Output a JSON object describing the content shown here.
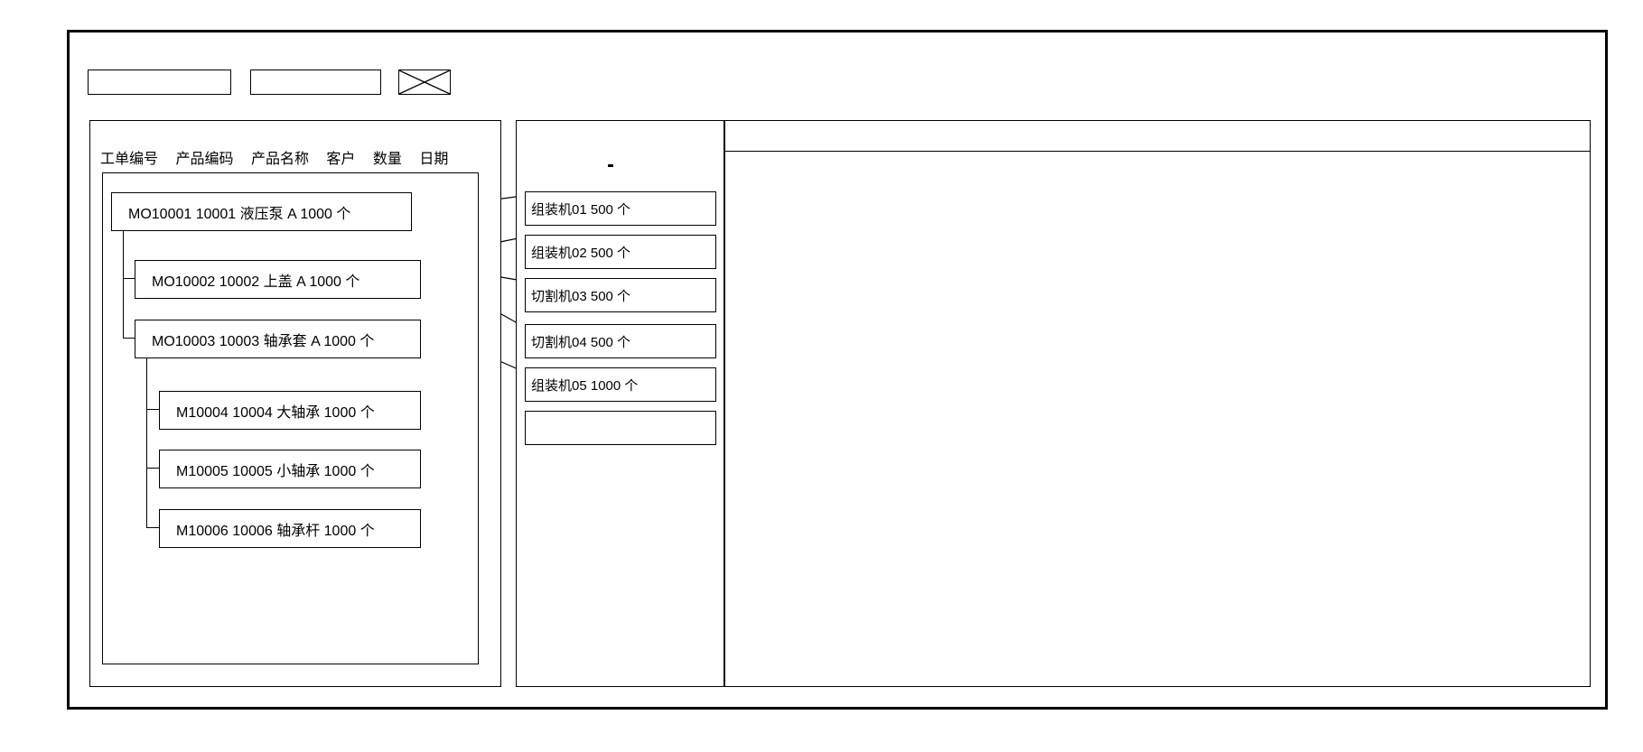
{
  "window": {
    "title": ""
  },
  "toolbar": {
    "field_1_value": "",
    "field_1_placeholder": "",
    "field_2_value": "",
    "field_2_placeholder": "",
    "x_box_label": "",
    "x_box_icon": "cross-box-icon"
  },
  "tree_panel": {
    "columns": [
      "工单编号",
      "产品编码",
      "产品名称",
      "客户",
      "数量",
      "日期"
    ],
    "nodes": [
      {
        "level": 0,
        "order_no": "MO10001",
        "product_code": "10001",
        "product_name": "液压泵",
        "customer": "A",
        "quantity": "1000",
        "unit": "个",
        "date": "",
        "text": "MO10001    10001   液压泵    A     1000  个"
      },
      {
        "level": 1,
        "order_no": "MO10002",
        "product_code": "10002",
        "product_name": "上盖",
        "customer": "A",
        "quantity": "1000",
        "unit": "个",
        "date": "",
        "text": "MO10002  10002   上盖   A   1000   个"
      },
      {
        "level": 1,
        "order_no": "MO10003",
        "product_code": "10003",
        "product_name": "轴承套",
        "customer": "A",
        "quantity": "1000",
        "unit": "个",
        "date": "",
        "text": "MO10003  10003   轴承套 A    1000    个"
      },
      {
        "level": 2,
        "order_no": "M10004",
        "product_code": "10004",
        "product_name": "大轴承",
        "customer": "",
        "quantity": "1000",
        "unit": "个",
        "date": "",
        "text": "M10004 10004  大轴承   1000   个"
      },
      {
        "level": 2,
        "order_no": "M10005",
        "product_code": "10005",
        "product_name": "小轴承",
        "customer": "",
        "quantity": "1000",
        "unit": "个",
        "date": "",
        "text": "M10005  10005  小轴承  1000   个"
      },
      {
        "level": 2,
        "order_no": "M10006",
        "product_code": "10006",
        "product_name": "轴承杆",
        "customer": "",
        "quantity": "1000",
        "unit": "个",
        "date": "",
        "text": "M10006  10006  轴承杆  1000   个"
      }
    ]
  },
  "machine_panel": {
    "marker": "·",
    "items": [
      {
        "machine": "组装机01",
        "quantity": "500",
        "unit": "个",
        "text": "组装机01    500  个"
      },
      {
        "machine": "组装机02",
        "quantity": "500",
        "unit": "个",
        "text": "组装机02    500  个"
      },
      {
        "machine": "切割机03",
        "quantity": "500",
        "unit": "个",
        "text": "切割机03   500  个"
      },
      {
        "machine": "切割机04",
        "quantity": "500",
        "unit": "个",
        "text": "切割机04  500 个"
      },
      {
        "machine": "组装机05",
        "quantity": "1000",
        "unit": "个",
        "text": "组装机05  1000 个"
      },
      {
        "machine": "",
        "quantity": "",
        "unit": "",
        "text": ""
      }
    ]
  },
  "detail_panel": {
    "header_text": "",
    "body_text": ""
  },
  "colors": {
    "border": "#000000",
    "background": "#ffffff",
    "text": "#000000"
  }
}
